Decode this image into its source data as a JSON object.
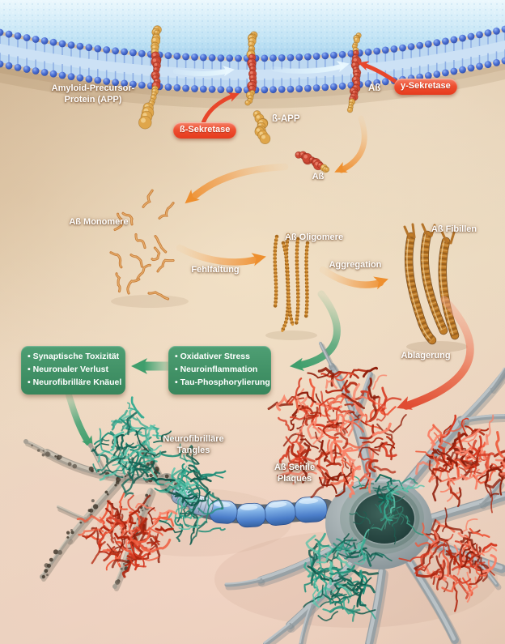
{
  "figure": {
    "membrane": {
      "app_label_line1": "Amyloid-Precursor-",
      "app_label_line2": "Protein (APP)",
      "beta_sekretase_badge": "ß-Sekretase",
      "gamma_sekretase_badge": "y-Sekretase",
      "beta_app_label": "ß-APP",
      "ab_membrane_label": "Aß"
    },
    "cascade": {
      "ab_fragment_label": "Aß",
      "monomere_label": "Aß Monomere",
      "fehlfaltung_label": "Fehlfaltung",
      "oligomere_label": "Aß Oligomere",
      "aggregation_label": "Aggregation",
      "fibillen_label": "Aß Fibillen",
      "ablagerung_label": "Ablagerung"
    },
    "effect_boxes": {
      "left": {
        "items": [
          "Synaptische Toxizität",
          "Neuronaler Verlust",
          "Neurofibrilläre Knäuel"
        ]
      },
      "right": {
        "items": [
          "Oxidativer Stress",
          "Neuroinflammation",
          "Tau-Phosphorylierung"
        ]
      }
    },
    "neuron": {
      "tangles_label_line1": "Neurofibrilläre",
      "tangles_label_line2": "Tangles",
      "plaques_label_line1": "Aß Senile",
      "plaques_label_line2": "Plaques"
    },
    "colors": {
      "badge_red": "#ec4526",
      "box_green": "#42946a",
      "arrow_orange": "#ee8f2e",
      "arrow_green": "#3f9e6c",
      "arrow_red": "#e25740",
      "arrow_lightblue": "#e2f5fd",
      "membrane_bead_blue": "#4a6fd2",
      "protein_yellow": "#dfa64b",
      "protein_red": "#cc4834",
      "plaque_red": "#d63a22",
      "tangle_teal": "#23907a"
    }
  }
}
